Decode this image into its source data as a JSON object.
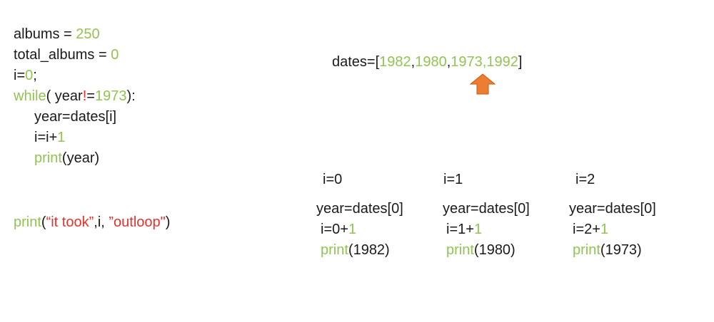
{
  "colors": {
    "keyword_number": "#92c353",
    "string": "#e8312b",
    "text": "#1a1a1a",
    "arrow": "#ed7d31"
  },
  "code": {
    "l1a": "albums = ",
    "l1b": "250",
    "l2a": "total_albums = ",
    "l2b": "0",
    "l3a": "i=",
    "l3b": "0",
    "l3c": ";",
    "l4a": "while",
    "l4b": "( year",
    "l4c": "!",
    "l4d": "=",
    "l4e": "1973",
    "l4f": "):",
    "l5a": "year=dates[i]",
    "l6a": "i=i+",
    "l6b": "1",
    "l7a": "print",
    "l7b": "(year)",
    "l8a": "print",
    "l8b": "(",
    "l8c": "“it took”",
    "l8d": ",i, ",
    "l8e": "”outloop\"",
    "l8f": ")"
  },
  "dates_list": {
    "prefix": "dates=[",
    "v1": "1982",
    "c1": ",",
    "v2": "1980",
    "c2": ",",
    "v3": "1973",
    "c3": ",",
    "v4": "1992",
    "suffix": "]",
    "pointer_icon": "up-arrow-icon"
  },
  "iterations": [
    {
      "header": "i=0",
      "assign": "year=dates[0]",
      "incr_a": "i=0+",
      "incr_b": "1",
      "print_a": "print",
      "print_b": "(1982)"
    },
    {
      "header": "i=1",
      "assign": "year=dates[0]",
      "incr_a": "i=1+",
      "incr_b": "1",
      "print_a": "print",
      "print_b": "(1980)"
    },
    {
      "header": "i=2",
      "assign": "year=dates[0]",
      "incr_a": "i=2+",
      "incr_b": "1",
      "print_a": "print",
      "print_b": "(1973)"
    }
  ]
}
